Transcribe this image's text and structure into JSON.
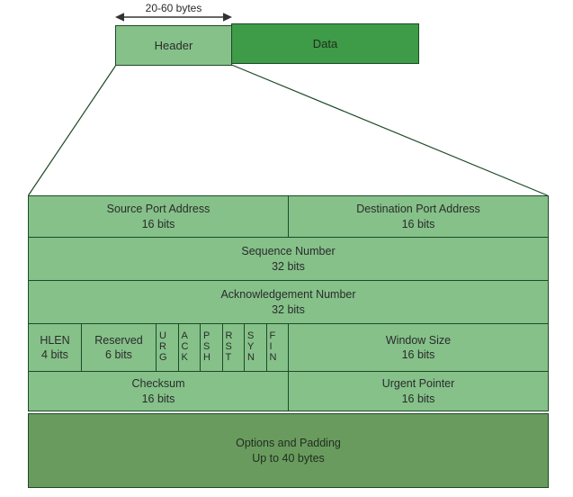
{
  "segment_bar": {
    "size_label": "20-60 bytes",
    "header": "Header",
    "data": "Data"
  },
  "fields": {
    "source_port": {
      "name": "Source Port Address",
      "size": "16 bits"
    },
    "destination_port": {
      "name": "Destination Port Address",
      "size": "16 bits"
    },
    "sequence_number": {
      "name": "Sequence Number",
      "size": "32 bits"
    },
    "acknowledgement_number": {
      "name": "Acknowledgement Number",
      "size": "32 bits"
    },
    "hlen": {
      "name": "HLEN",
      "size": "4 bits"
    },
    "reserved": {
      "name": "Reserved",
      "size": "6 bits"
    },
    "flags": {
      "urg": "U\nR\nG",
      "ack": "A\nC\nK",
      "psh": "P\nS\nH",
      "rst": "R\nS\nT",
      "syn": "S\nY\nN",
      "fin": "F\nI\nN"
    },
    "window_size": {
      "name": "Window Size",
      "size": "16 bits"
    },
    "checksum": {
      "name": "Checksum",
      "size": "16 bits"
    },
    "urgent_pointer": {
      "name": "Urgent Pointer",
      "size": "16 bits"
    },
    "options": {
      "name": "Options and Padding",
      "size": "Up to 40 bytes"
    }
  },
  "colors": {
    "light": "#85c189",
    "data": "#3e9b47",
    "options": "#6a9b5e",
    "border": "#1d4a27",
    "text": "#2b2b2b",
    "arrow": "#333333"
  }
}
